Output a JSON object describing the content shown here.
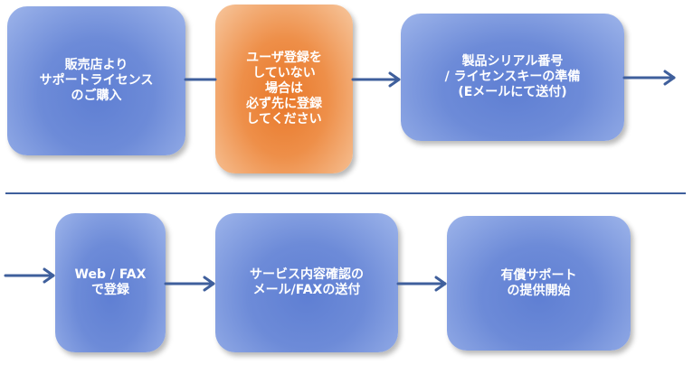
{
  "top_row": {
    "box1": "販売店より\nサポートライセンス\nのご購入",
    "box2": "ユーザ登録を\nしていない\n場合は\n必ず先に登録\nしてください",
    "box3": "製品シリアル番号\n/ ライセンスキーの準備\n(Eメールにて送付)"
  },
  "bottom_row": {
    "box4": "Web / FAX\nで登録",
    "box5": "サービス内容確認の\nメール/FAXの送付",
    "box6": "有償サポート\nの提供開始"
  },
  "colors": {
    "box_blue": "#6d8bd8",
    "box_orange": "#ee8f49",
    "arrow": "#3f5f9c",
    "divider": "#3f5f9c"
  }
}
